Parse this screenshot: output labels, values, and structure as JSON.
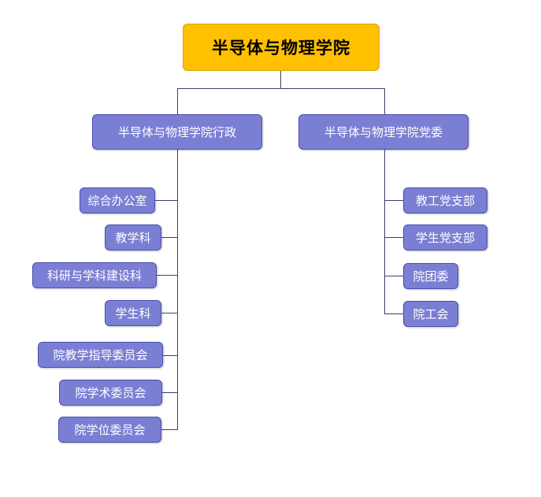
{
  "diagram": {
    "type": "org-chart",
    "title": "半导体与物理学院",
    "colors": {
      "root_fill": "#FFC000",
      "node_fill": "#7B7FD4",
      "node_border": "#4a4fb5",
      "connector": "#3f3f6e",
      "background": "#FFFFFF",
      "root_text": "#000000",
      "node_text": "#FFFFFF"
    },
    "root": {
      "label": "半导体与物理学院"
    },
    "branches": [
      {
        "label": "半导体与物理学院行政",
        "children": [
          {
            "label": "综合办公室"
          },
          {
            "label": "教学科"
          },
          {
            "label": "科研与学科建设科"
          },
          {
            "label": "学生科"
          },
          {
            "label": "院教学指导委员会"
          },
          {
            "label": "院学术委员会"
          },
          {
            "label": "院学位委员会"
          }
        ]
      },
      {
        "label": "半导体与物理学院党委",
        "children": [
          {
            "label": "教工党支部"
          },
          {
            "label": "学生党支部"
          },
          {
            "label": "院团委"
          },
          {
            "label": "院工会"
          }
        ]
      }
    ]
  }
}
